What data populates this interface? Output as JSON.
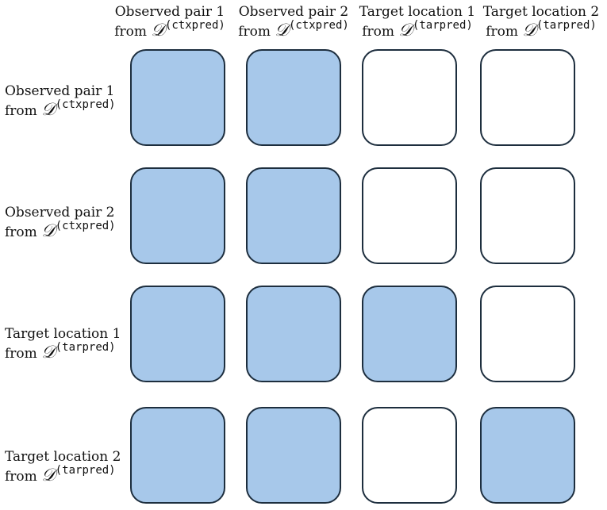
{
  "columns": [
    {
      "line1": "Observed pair 1",
      "from": "from",
      "symbol": "𝒟",
      "sup": "(ctxpred)"
    },
    {
      "line1": "Observed pair 2",
      "from": "from",
      "symbol": "𝒟",
      "sup": "(ctxpred)"
    },
    {
      "line1": "Target location 1",
      "from": "from",
      "symbol": "𝒟",
      "sup": "(tarpred)"
    },
    {
      "line1": "Target location 2",
      "from": "from",
      "symbol": "𝒟",
      "sup": "(tarpred)"
    }
  ],
  "rows": [
    {
      "line1": "Observed pair 1",
      "from": "from",
      "symbol": "𝒟",
      "sup": "(ctxpred)"
    },
    {
      "line1": "Observed pair 2",
      "from": "from",
      "symbol": "𝒟",
      "sup": "(ctxpred)"
    },
    {
      "line1": "Target location 1",
      "from": "from",
      "symbol": "𝒟",
      "sup": "(tarpred)"
    },
    {
      "line1": "Target location 2",
      "from": "from",
      "symbol": "𝒟",
      "sup": "(tarpred)"
    }
  ],
  "mask": [
    [
      true,
      true,
      false,
      false
    ],
    [
      true,
      true,
      false,
      false
    ],
    [
      true,
      true,
      true,
      false
    ],
    [
      true,
      true,
      false,
      true
    ]
  ],
  "colors": {
    "filled": "#a7c8ea",
    "empty": "#ffffff",
    "border": "#1d2e3e"
  }
}
